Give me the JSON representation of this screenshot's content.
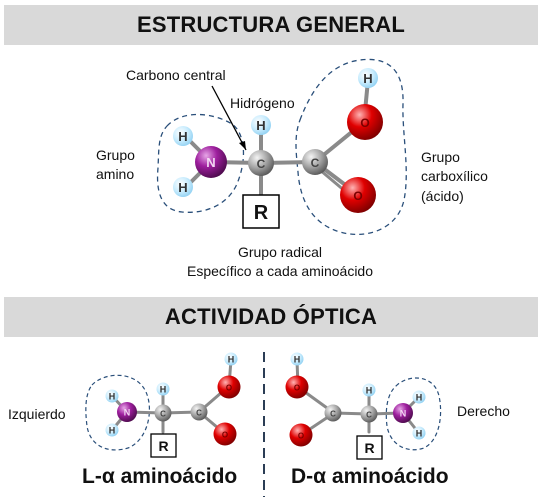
{
  "sections": {
    "general_title": "ESTRUCTURA GENERAL",
    "optical_title": "ACTIVIDAD ÓPTICA"
  },
  "labels": {
    "carbono_central": "Carbono central",
    "hidrogeno": "Hidrógeno",
    "grupo_amino_line1": "Grupo",
    "grupo_amino_line2": "amino",
    "grupo_carboxilico_line1": "Grupo",
    "grupo_carboxilico_line2": "carboxílico",
    "grupo_carboxilico_line3": "(ácido)",
    "grupo_radical": "Grupo radical",
    "especifico": "Específico a cada aminoácido",
    "izquierdo": "Izquierdo",
    "derecho": "Derecho",
    "l_name": "L-α aminoácido",
    "d_name": "D-α aminoácido"
  },
  "atoms": {
    "H": "H",
    "N": "N",
    "C": "C",
    "O": "O",
    "R": "R"
  },
  "colors": {
    "banner": "#d9d9d9",
    "hydrogen": "#bfe6fb",
    "nitrogen": "#8e1a8e",
    "oxygen": "#d40000",
    "carbon": "#9a9a9a",
    "dashed": "#2a4f7a"
  }
}
